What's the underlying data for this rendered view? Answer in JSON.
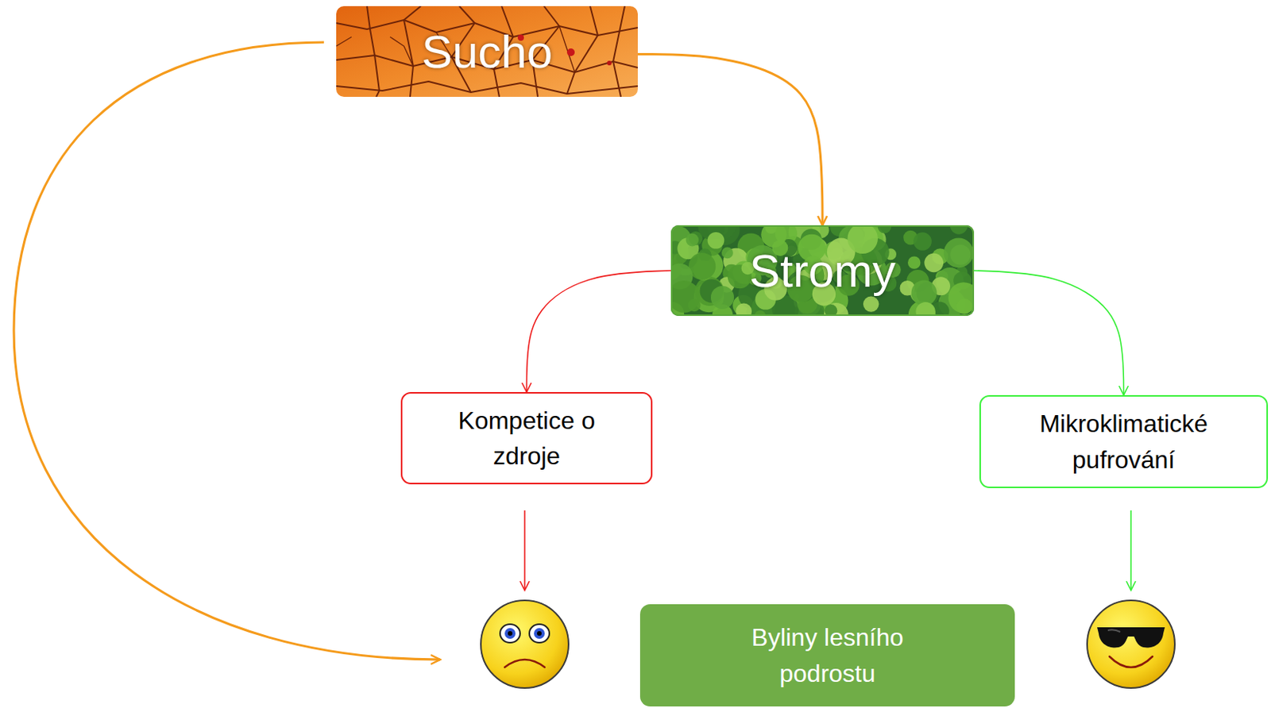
{
  "diagram": {
    "nodes": [
      {
        "text": [
          "Sucho"
        ]
      },
      {
        "text": [
          "Stromy"
        ]
      },
      {
        "text": [
          "Kompetice o zdroje"
        ]
      },
      {
        "text": [
          "Mikroklimatické pufrování"
        ]
      },
      {
        "text": [
          "Byliny lesního podrostu"
        ]
      }
    ],
    "edges": [
      {
        "from": 0,
        "to": 1,
        "arrow": "to"
      },
      {
        "from": 1,
        "to": 2,
        "arrow": "to"
      },
      {
        "from": 1,
        "to": 3,
        "arrow": "to"
      }
    ]
  }
}
